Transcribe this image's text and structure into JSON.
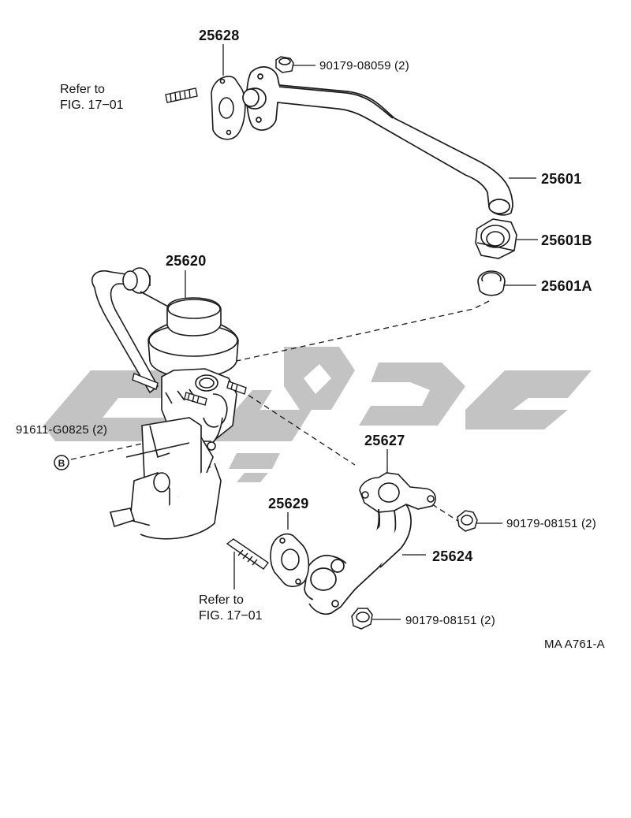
{
  "diagram": {
    "callouts": {
      "p25628": "25628",
      "p90179_08059": "90179-08059 (2)",
      "p25601": "25601",
      "p25601B": "25601B",
      "p25601A": "25601A",
      "p25620": "25620",
      "p91611_G0825": "91611-G0825 (2)",
      "p25627": "25627",
      "p90179_08151_a": "90179-08151 (2)",
      "p25629": "25629",
      "p25624": "25624",
      "p90179_08151_b": "90179-08151 (2)"
    },
    "refer_top": {
      "line1": "Refer to",
      "line2": "FIG. 17−01"
    },
    "refer_bottom": {
      "line1": "Refer to",
      "line2": "FIG. 17−01"
    },
    "marker_b": "B",
    "figure_code": "MA A761-A"
  },
  "colors": {
    "line": "#1a1a1a",
    "watermark": "#bdbdbd",
    "background": "#ffffff"
  }
}
